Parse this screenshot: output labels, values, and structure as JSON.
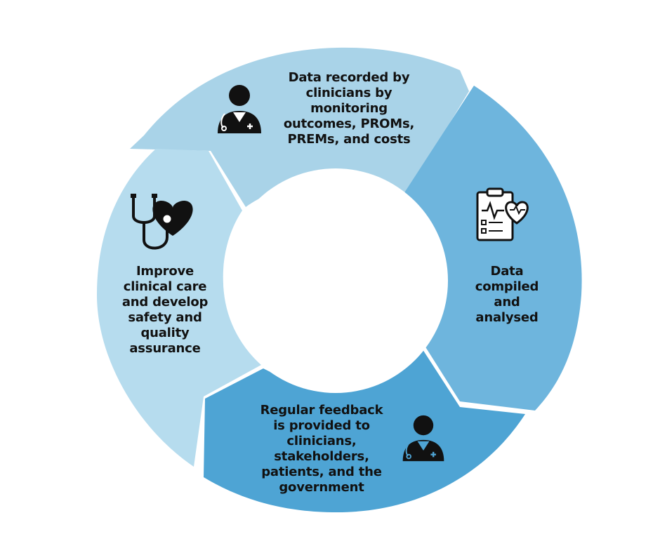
{
  "diagram": {
    "type": "cycle",
    "steps": [
      {
        "id": "record",
        "label": "Data recorded by\nclinicians by\nmonitoring\noutcomes, PROMs,\nPREMs, and costs",
        "icon": "doctor-icon",
        "color": "#a9d3e8"
      },
      {
        "id": "compile",
        "label": "Data\ncompiled\nand\nanalysed",
        "icon": "clipboard-heart-icon",
        "color": "#6eb5dd"
      },
      {
        "id": "feedback",
        "label": "Regular feedback\nis provided to\nclinicians,\nstakeholders,\npatients, and the\ngovernment",
        "icon": "doctor-icon",
        "color": "#4ea4d4"
      },
      {
        "id": "improve",
        "label": "Improve\nclinical care\nand  develop\nsafety and\nquality\nassurance",
        "icon": "stethoscope-heart-icon",
        "color": "#b6dcee"
      }
    ]
  }
}
